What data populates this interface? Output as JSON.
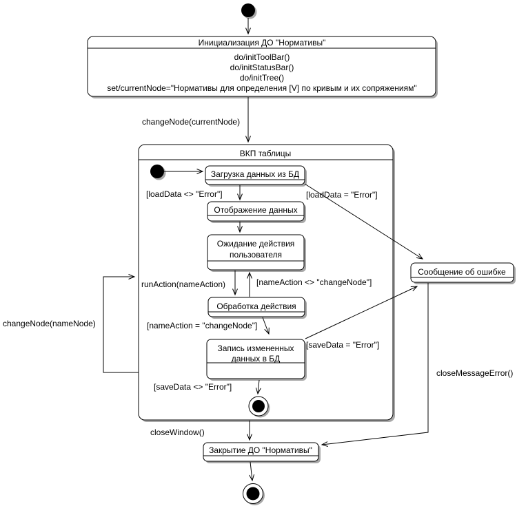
{
  "colors": {
    "stroke": "#000000",
    "state_fill": "#ffffff",
    "shadow": "#a8a8a8",
    "background": "#ffffff"
  },
  "diagram_kind": "uml-state-diagram",
  "states": {
    "init": {
      "title": "Инициализация ДО \"Нормативы\"",
      "actions": [
        "do/initToolBar()",
        "do/initStatusBar()",
        "do/initTree()",
        "set/currentNode=\"Нормативы для определения [V] по кривым и их сопряжениям\""
      ]
    },
    "vkp_table": {
      "title": "ВКП таблицы"
    },
    "load_data": {
      "title": "Загрузка данных из БД"
    },
    "display_data": {
      "title": "Отображение данных"
    },
    "wait_user": {
      "line1": "Ожидание действия",
      "line2": "пользователя"
    },
    "process_action": {
      "title": "Обработка действия"
    },
    "save_data": {
      "line1": "Запись измененных",
      "line2": "данных в БД"
    },
    "error_message": {
      "title": "Сообщение об ошибке"
    },
    "close_do": {
      "title": "Закрытие ДО \"Нормативы\""
    }
  },
  "transitions": {
    "change_node_current": "changeNode(currentNode)",
    "load_ok": "[loadData <> \"Error\"]",
    "load_error": "[loadData = \"Error\"]",
    "run_action": "runAction(nameAction)",
    "name_action_ne": "[nameAction <> \"changeNode\"]",
    "name_action_eq": "[nameAction = \"changeNode\"]",
    "save_ok": "[saveData <> \"Error\"]",
    "save_error": "[saveData = \"Error\"]",
    "change_node_name": "changeNode(nameNode)",
    "close_window": "closeWindow()",
    "close_message_error": "closeMessageError()"
  }
}
